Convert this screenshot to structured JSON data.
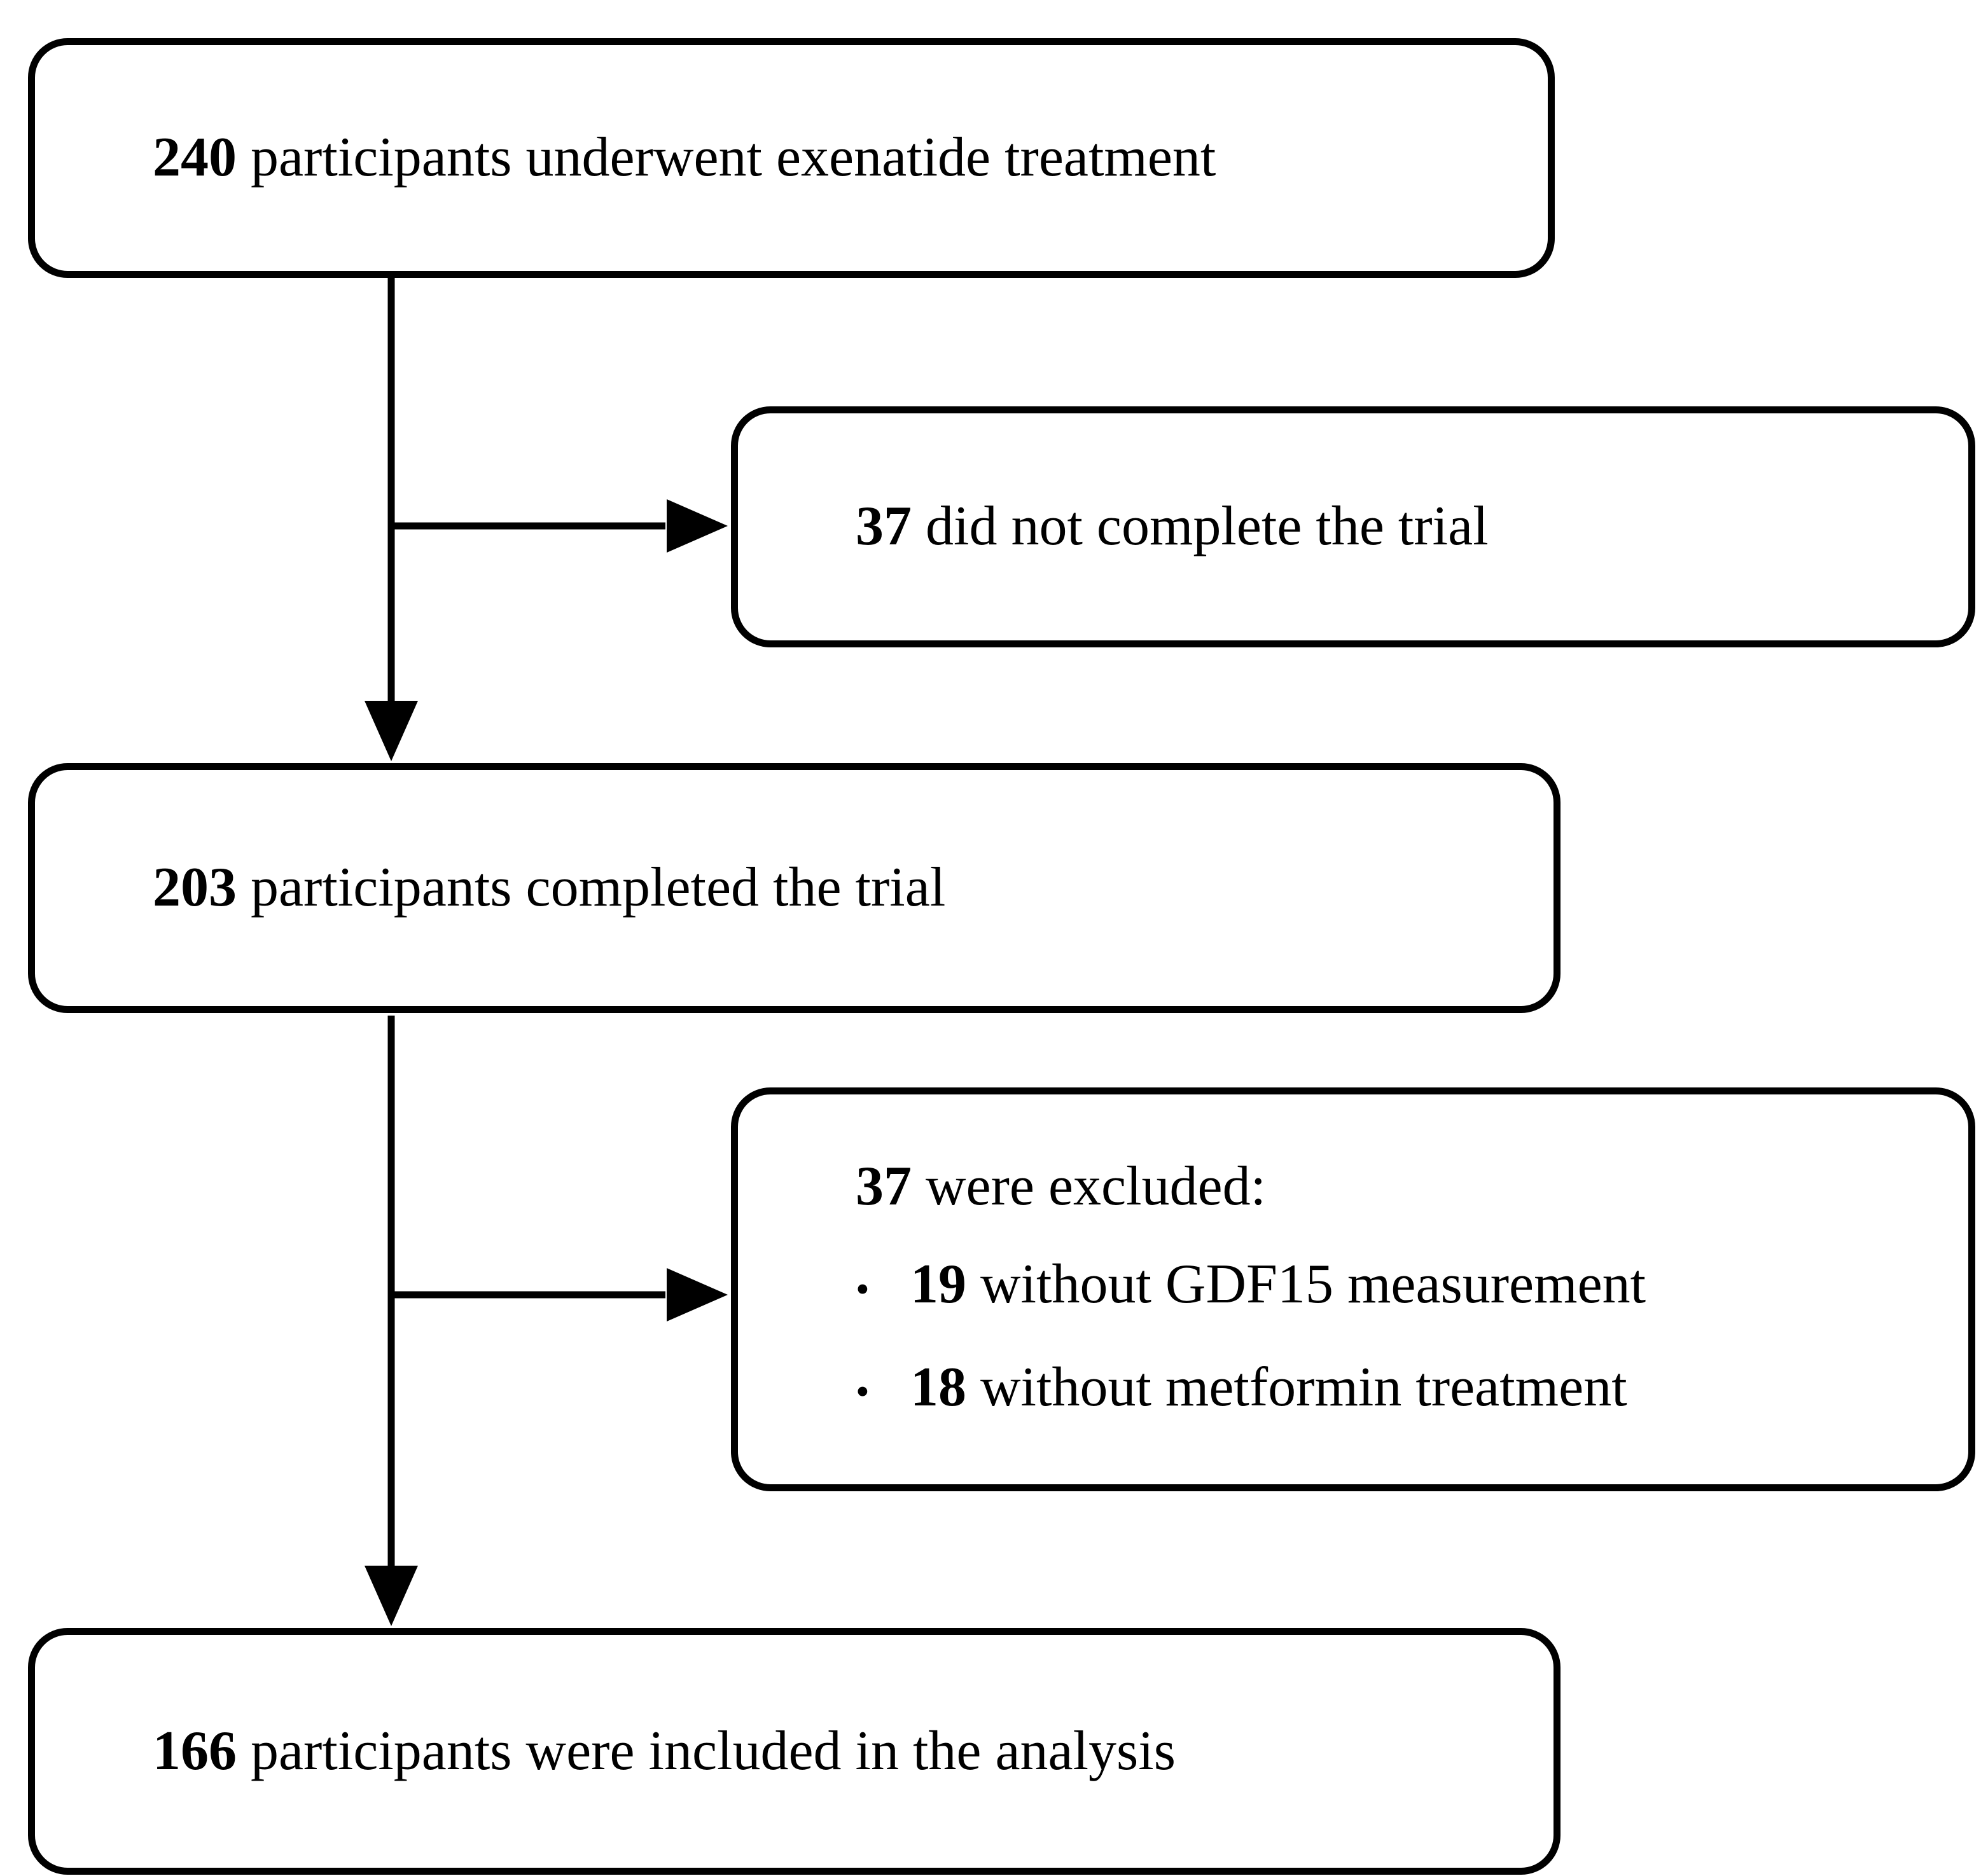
{
  "figure": {
    "type": "participant-flow-diagram",
    "background_color": "#ffffff",
    "line_color": "#000000",
    "bullet_char": "•"
  },
  "boxes": [
    {
      "id": "enrolled",
      "number": "240",
      "text": " participants underwent exenatide treatment"
    },
    {
      "id": "dropout",
      "number": "37",
      "text": " did not complete the trial"
    },
    {
      "id": "completed",
      "number": "203",
      "text": " participants completed the trial"
    },
    {
      "id": "excluded",
      "heading_number": "37",
      "heading_text": " were excluded:",
      "bullets": [
        {
          "number": "19",
          "text": " without GDF15 measurement"
        },
        {
          "number": "18",
          "text": " without metformin treatment"
        }
      ]
    },
    {
      "id": "analyzed",
      "number": "166",
      "text": " participants were included in the analysis"
    }
  ]
}
